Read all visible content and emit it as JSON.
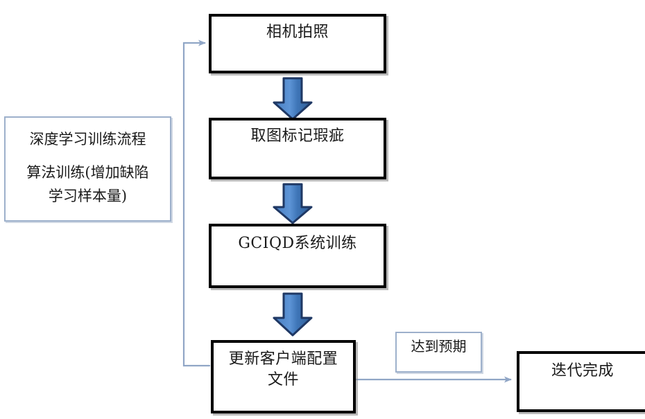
{
  "diagram": {
    "title_note": {
      "line1": "深度学习训练流程",
      "line2": "算法训练(增加缺陷\n学习样本量)"
    },
    "nodes": {
      "camera": "相机拍照",
      "mark": "取图标记瑕疵",
      "train": "GCIQD系统训练",
      "update": "更新客户端配置\n文件",
      "done": "迭代完成"
    },
    "labels": {
      "expect": "达到预期"
    },
    "colors": {
      "node_border": "#000000",
      "note_border": "#9db0cb",
      "block_arrow_fill": "#3d73b5",
      "block_arrow_stroke": "#1f3864",
      "line_arrow": "#8ea4c4",
      "text": "#1a1a1a",
      "background": "#ffffff"
    },
    "flow": {
      "step_1_to_2": "相机拍照 → 取图标记瑕疵",
      "step_2_to_3": "取图标记瑕疵 → GCIQD系统训练",
      "step_3_to_4": "GCIQD系统训练 → 更新客户端配置文件",
      "step_4_to_5": "更新客户端配置文件 → 迭代完成",
      "feedback": "更新客户端配置文件 → 相机拍照"
    }
  }
}
